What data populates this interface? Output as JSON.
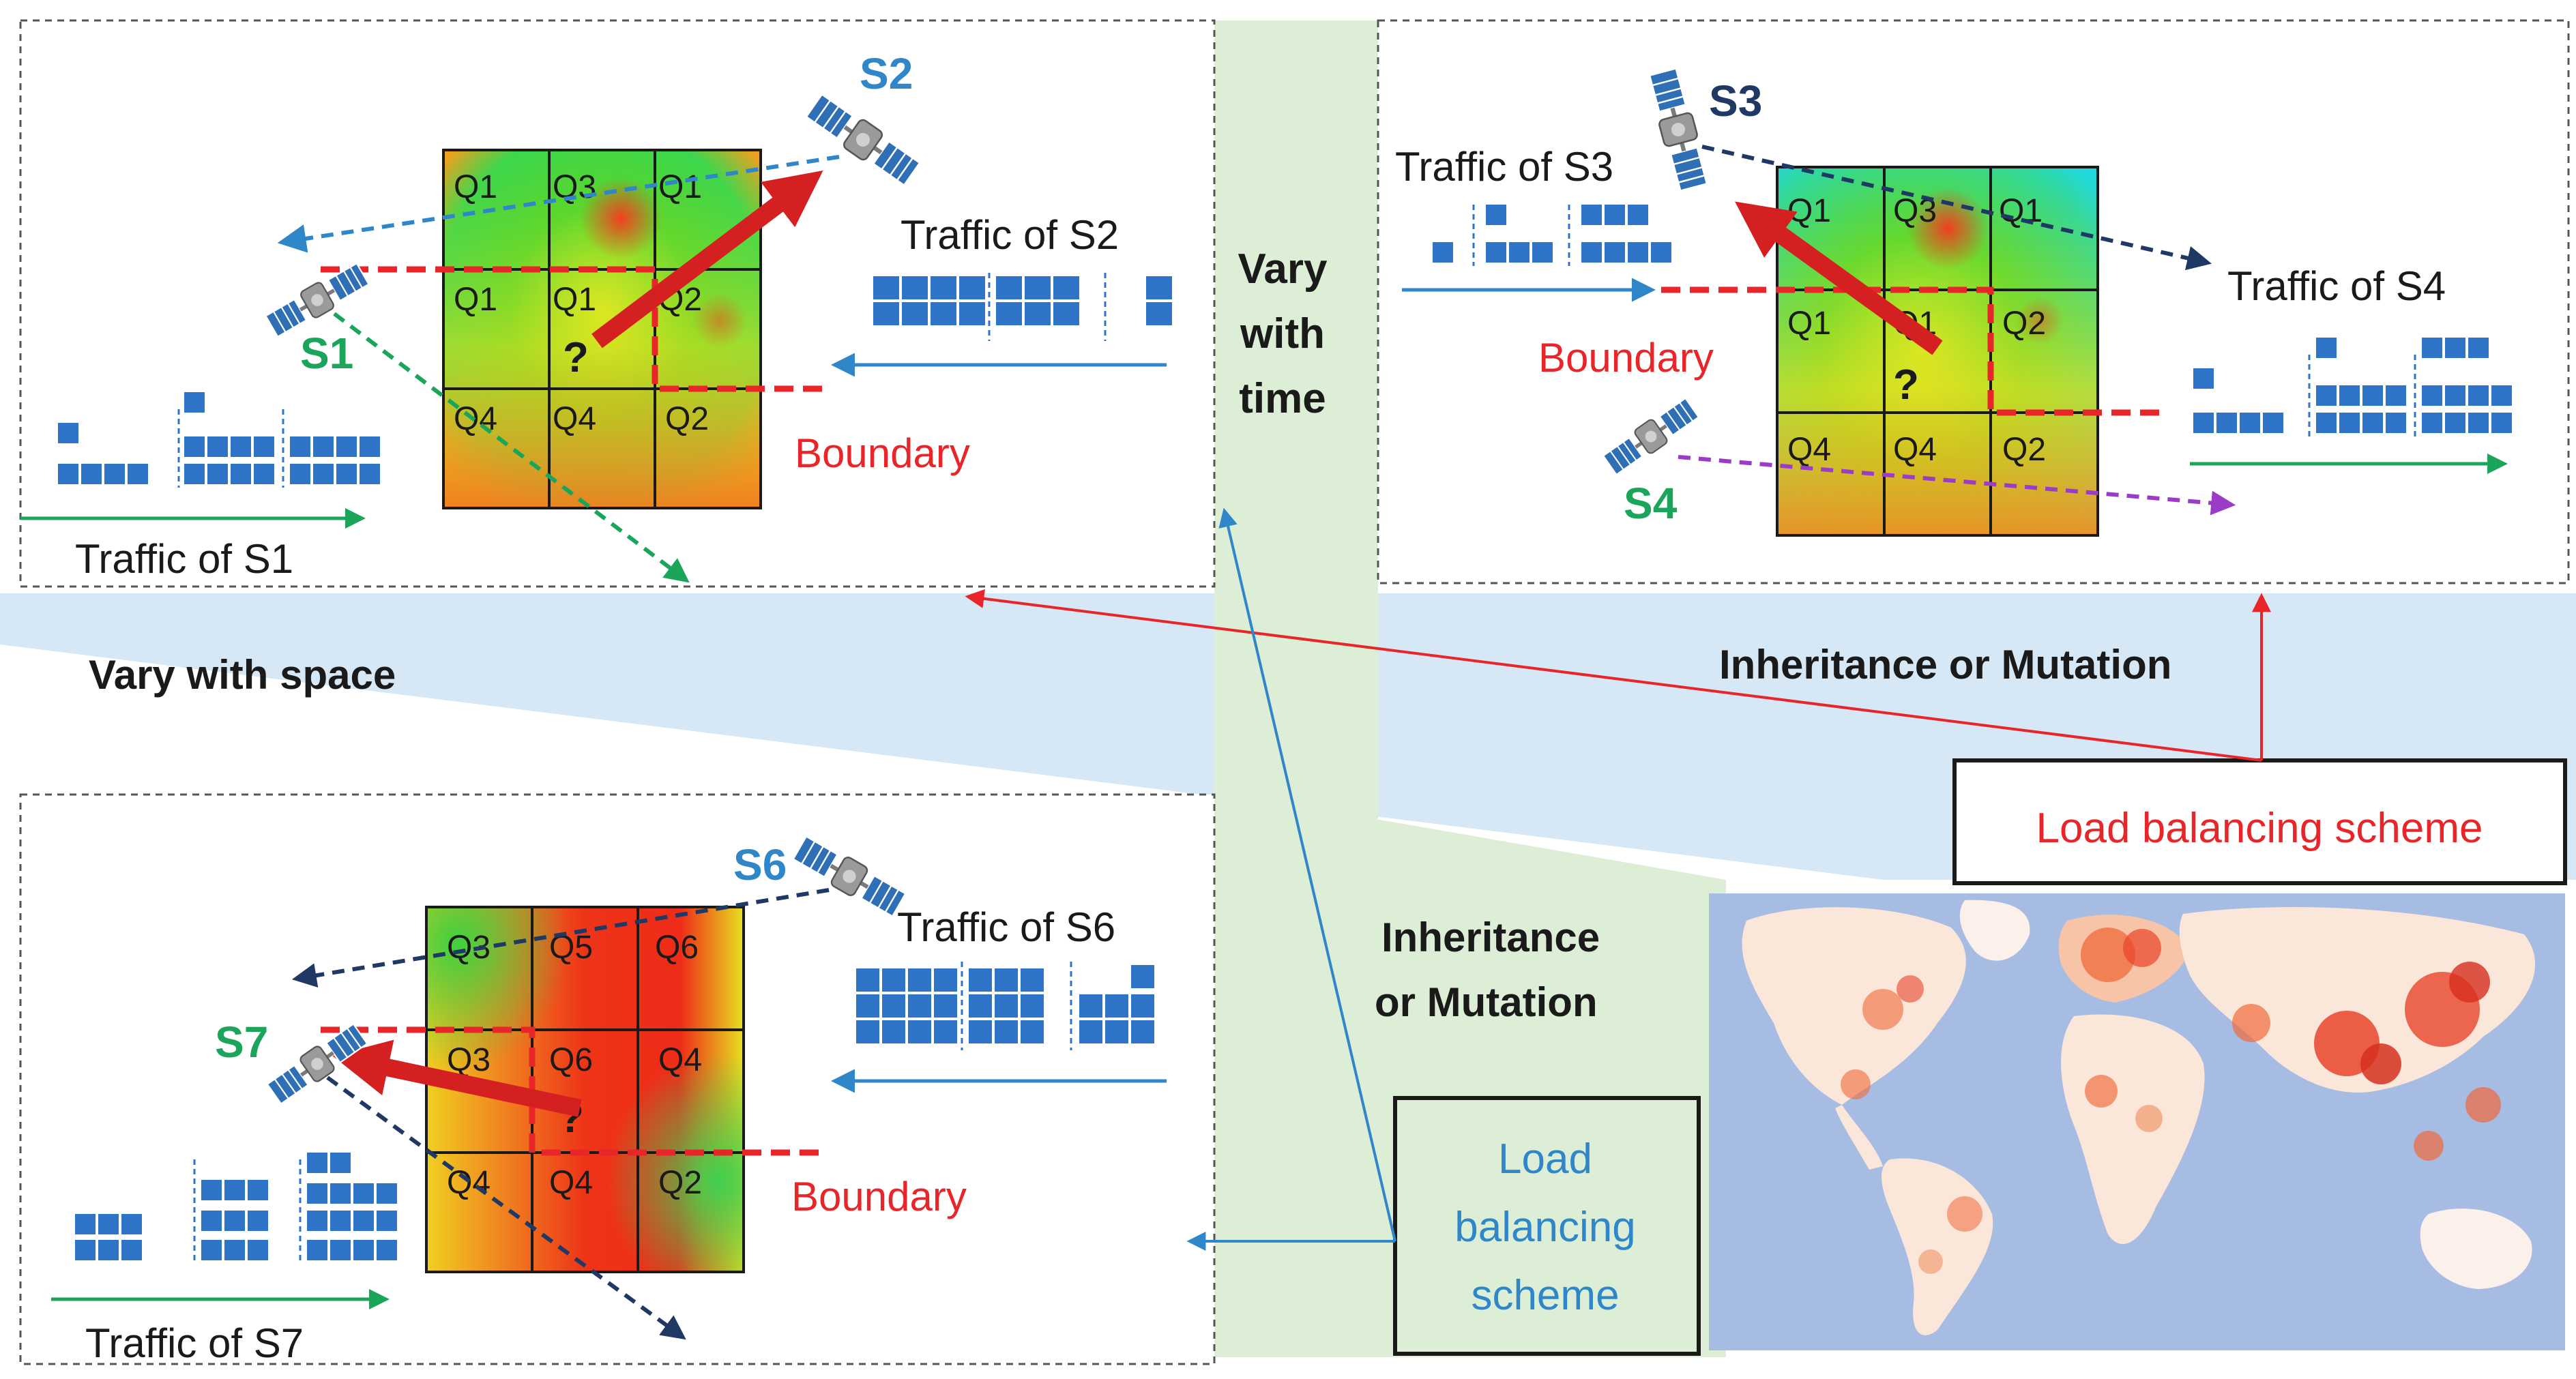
{
  "panels": {
    "top_left": {
      "sat_a": "S2",
      "sat_b": "S1",
      "traffic_a": "Traffic of S2",
      "traffic_b": "Traffic of S1",
      "boundary": "Boundary",
      "query": "?",
      "grid": [
        "Q1",
        "Q3",
        "Q1",
        "Q1",
        "Q1",
        "Q2",
        "Q4",
        "Q4",
        "Q2"
      ]
    },
    "top_right": {
      "sat_a": "S3",
      "sat_b": "S4",
      "traffic_a": "Traffic of S3",
      "traffic_b": "Traffic of S4",
      "boundary": "Boundary",
      "query": "?",
      "grid": [
        "Q1",
        "Q3",
        "Q1",
        "Q1",
        "Q1",
        "Q2",
        "Q4",
        "Q4",
        "Q2"
      ]
    },
    "bottom_left": {
      "sat_a": "S6",
      "sat_b": "S7",
      "traffic_a": "Traffic of S6",
      "traffic_b": "Traffic of S7",
      "boundary": "Boundary",
      "query": "?",
      "grid": [
        "Q3",
        "Q5",
        "Q6",
        "Q3",
        "Q6",
        "Q4",
        "Q4",
        "Q4",
        "Q2"
      ]
    }
  },
  "labels": {
    "vary_time": [
      "Vary",
      "with",
      "time"
    ],
    "vary_space": "Vary with space",
    "inherit_top": "Inheritance or Mutation",
    "inherit_mid": [
      "Inheritance",
      "or Mutation"
    ],
    "scheme_top": "Load balancing scheme",
    "scheme_bottom": [
      "Load",
      "balancing",
      "scheme"
    ]
  },
  "colors": {
    "satellite_label_blue": "#2f86c8",
    "satellite_label_navy": "#1f3864",
    "satellite_label_green": "#1aa55a",
    "boundary_red": "#e8262a",
    "traffic_blue": "#2e75c8",
    "band_blue": "#d6e8f5",
    "band_green": "#dcefd6"
  }
}
